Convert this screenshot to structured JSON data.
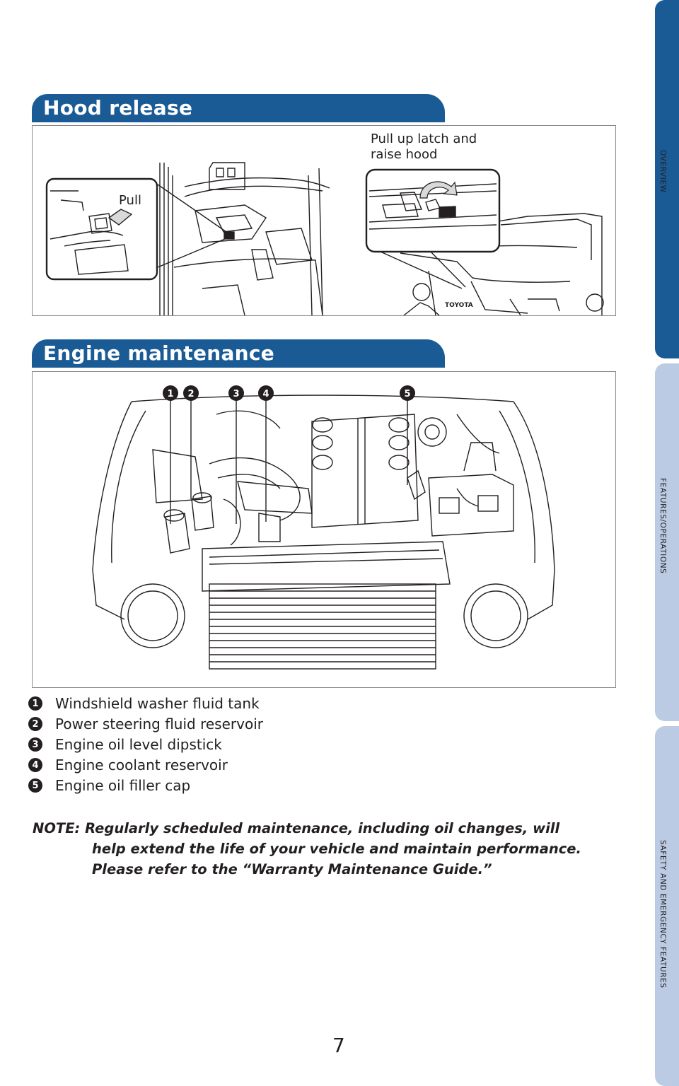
{
  "side_tabs": {
    "overview": "OVERVIEW",
    "features": "FEATURES/OPERATIONS",
    "safety": "SAFETY AND EMERGENCY FEATURES"
  },
  "colors": {
    "header_blue": "#1a5b96",
    "tab_active": "#1a5b96",
    "tab_inactive": "#bccbe4"
  },
  "hood_release": {
    "title": "Hood release",
    "pull_label": "Pull",
    "latch_label_line1": "Pull up latch and",
    "latch_label_line2": "raise hood",
    "brand_mark": "TOYOTA"
  },
  "engine_maintenance": {
    "title": "Engine maintenance",
    "callout_numbers": [
      "1",
      "2",
      "3",
      "4",
      "5"
    ],
    "items": [
      {
        "num": "1",
        "label": "Windshield washer fluid tank"
      },
      {
        "num": "2",
        "label": "Power steering fluid reservoir"
      },
      {
        "num": "3",
        "label": "Engine oil level dipstick"
      },
      {
        "num": "4",
        "label": "Engine coolant reservoir"
      },
      {
        "num": "5",
        "label": "Engine oil filler cap"
      }
    ]
  },
  "note": {
    "line1": "NOTE: Regularly scheduled maintenance, including oil changes, will",
    "line2": "help extend the life of your vehicle and maintain performance.",
    "line3": "Please refer to the “Warranty Maintenance Guide.”"
  },
  "page_number": "7"
}
